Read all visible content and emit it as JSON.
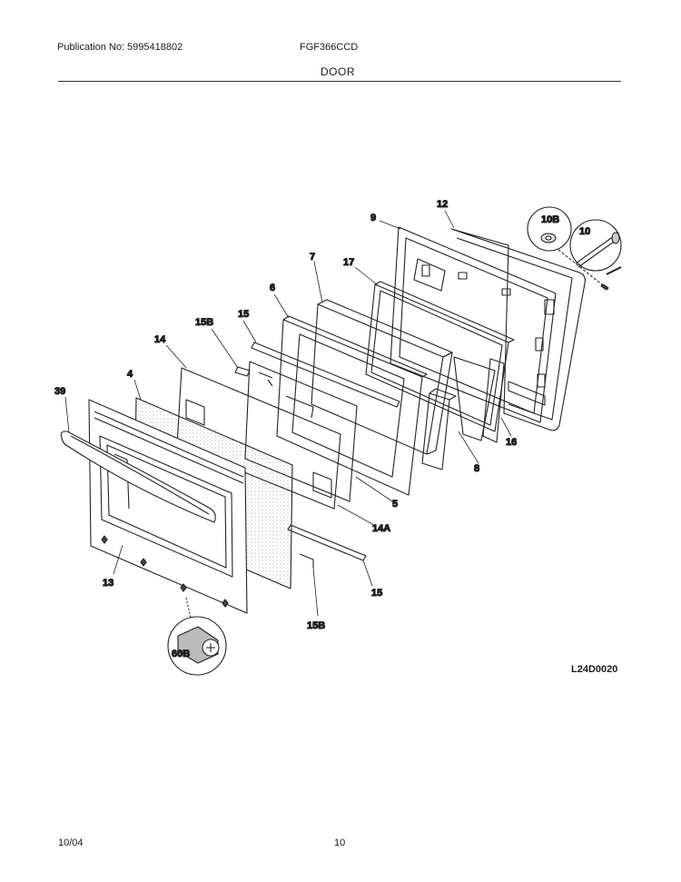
{
  "header": {
    "publication": "Publication No: 5995418802",
    "model": "FGF366CCD",
    "section": "DOOR"
  },
  "diagram": {
    "code": "L24D0020",
    "callouts": {
      "c39": "39",
      "c4": "4",
      "c14": "14",
      "c15b_top": "15B",
      "c15_top": "15",
      "c6": "6",
      "c7": "7",
      "c17": "17",
      "c9": "9",
      "c12": "12",
      "c10b": "10B",
      "c10": "10",
      "c16": "16",
      "c8": "8",
      "c5": "5",
      "c14a": "14A",
      "c15_bot": "15",
      "c15b_bot": "15B",
      "c13": "13",
      "c60b": "60B"
    }
  },
  "footer": {
    "date": "10/04",
    "page": "10"
  }
}
